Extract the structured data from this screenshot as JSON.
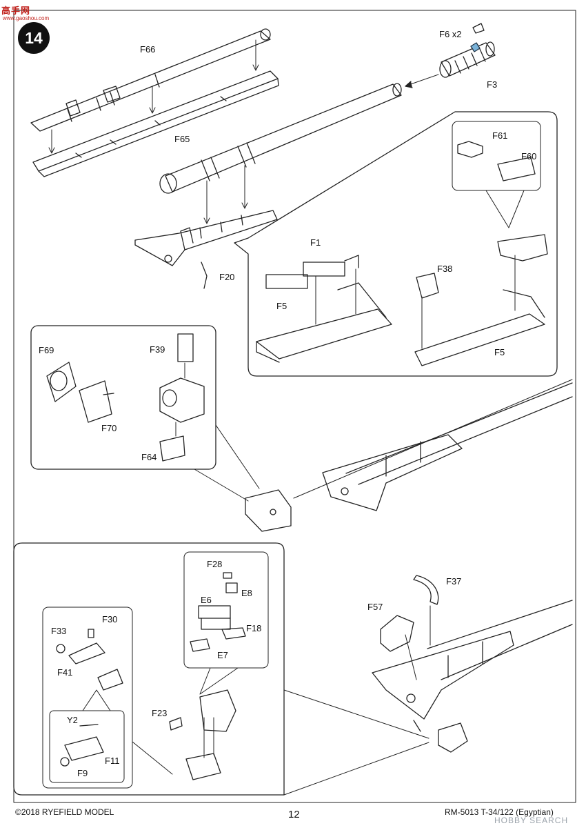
{
  "watermark_top": {
    "brand": "高手网",
    "url": "www.gaoshou.com"
  },
  "step_number": "14",
  "labels": {
    "F66": "F66",
    "F65": "F65",
    "F6x2": "F6 x2",
    "F3": "F3",
    "F20": "F20",
    "F61": "F61",
    "F60": "F60",
    "F1": "F1",
    "F5a": "F5",
    "F38": "F38",
    "F5b": "F5",
    "F69": "F69",
    "F39": "F39",
    "F70": "F70",
    "F64": "F64",
    "F28": "F28",
    "E8": "E8",
    "E6": "E6",
    "F18": "F18",
    "E7": "E7",
    "F30": "F30",
    "F33": "F33",
    "F41": "F41",
    "Y2": "Y2",
    "F11": "F11",
    "F9": "F9",
    "F23": "F23",
    "F37": "F37",
    "F57": "F57"
  },
  "footer": {
    "copyright": "©2018 RYEFIELD MODEL",
    "page_number": "12",
    "product": "RM-5013 T-34/122 (Egyptian)",
    "watermark": "HOBBY SEARCH"
  }
}
